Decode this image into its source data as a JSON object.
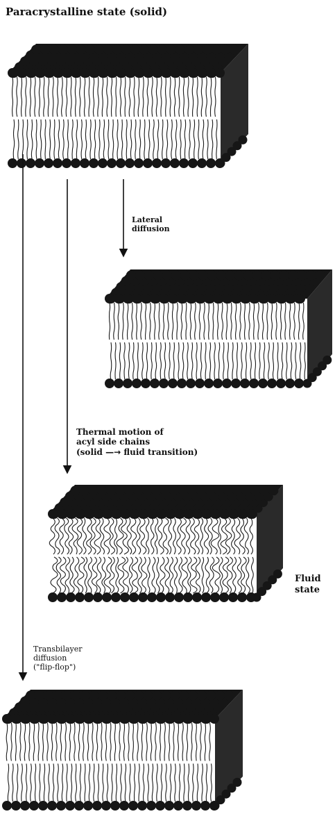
{
  "title": "Paracrystalline state (solid)",
  "labels": {
    "lateral_line1": "Lateral",
    "lateral_line2": "diffusion",
    "thermal_line1": "Thermal motion of",
    "thermal_line2": "acyl side chains",
    "thermal_line3_left": "(solid",
    "thermal_line3_right": "fluid transition)",
    "fluid_line1": "Fluid",
    "fluid_line2": "state",
    "trans_line1": "Transbilayer",
    "trans_line2": "diffusion",
    "trans_line3": "(\"flip-flop\")"
  },
  "colors": {
    "ink": "#111111",
    "head_fill": "#161616",
    "tail_stroke": "#1a1a1a",
    "paper": "#ffffff"
  }
}
